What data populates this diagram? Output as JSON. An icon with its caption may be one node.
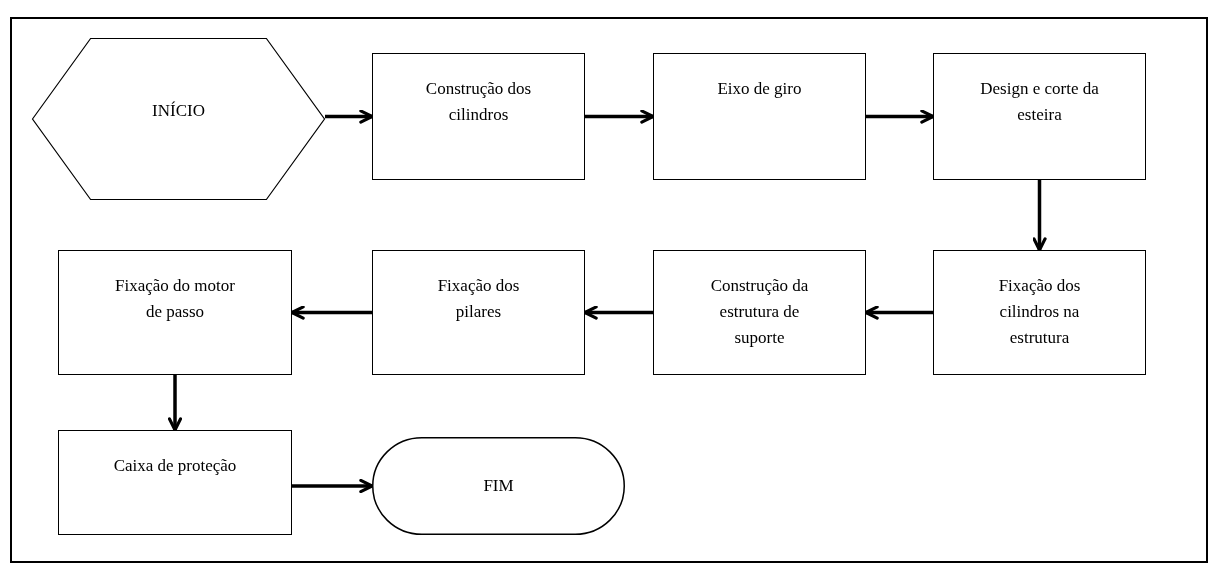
{
  "diagram": {
    "nodes": [
      {
        "text": [
          "INÍCIO"
        ]
      },
      {
        "text": [
          "Construção dos cilindros"
        ]
      },
      {
        "text": [
          "Eixo de giro"
        ]
      },
      {
        "text": [
          "Design e corte da esteira"
        ]
      },
      {
        "text": [
          "Fixação dos cilindros na estrutura"
        ]
      },
      {
        "text": [
          "Construção da estrutura de suporte"
        ]
      },
      {
        "text": [
          "Fixação dos pilares"
        ]
      },
      {
        "text": [
          "Fixação do motor de passo"
        ]
      },
      {
        "text": [
          "Caixa de proteção"
        ]
      },
      {
        "text": [
          "FIM"
        ]
      }
    ],
    "edges": [
      {
        "from": 0,
        "to": 1,
        "arrow": "to"
      },
      {
        "from": 1,
        "to": 2,
        "arrow": "to"
      },
      {
        "from": 2,
        "to": 3,
        "arrow": "to"
      },
      {
        "from": 3,
        "to": 4,
        "arrow": "to"
      },
      {
        "from": 4,
        "to": 5,
        "arrow": "to"
      },
      {
        "from": 5,
        "to": 6,
        "arrow": "to"
      },
      {
        "from": 6,
        "to": 7,
        "arrow": "to"
      },
      {
        "from": 7,
        "to": 8,
        "arrow": "to"
      },
      {
        "from": 8,
        "to": 9,
        "arrow": "to"
      }
    ]
  }
}
